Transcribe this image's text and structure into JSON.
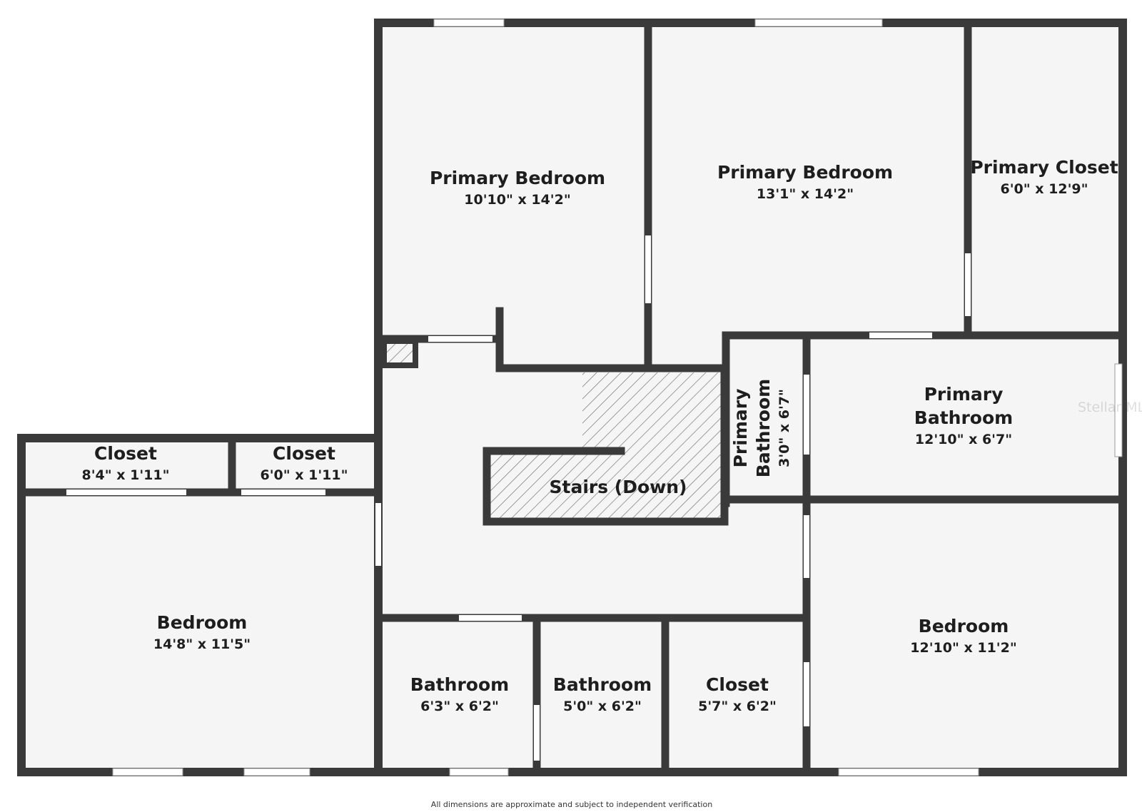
{
  "colors": {
    "wall": "#3a3a3a",
    "floor": "#f5f5f5",
    "opening": "#ffffff",
    "hatch": "#6e6e6e",
    "text": "#1e1e1e"
  },
  "rooms": {
    "primary_bedroom_1": {
      "name": "Primary Bedroom",
      "dims": "10'10\" x 14'2\""
    },
    "primary_bedroom_2": {
      "name": "Primary Bedroom",
      "dims": "13'1\" x 14'2\""
    },
    "primary_closet": {
      "name": "Primary Closet",
      "dims": "6'0\" x 12'9\""
    },
    "primary_bathroom_small": {
      "name_line1": "Primary",
      "name_line2": "Bathroom",
      "dims": "3'0\" x 6'7\""
    },
    "primary_bathroom": {
      "name_line1": "Primary",
      "name_line2": "Bathroom",
      "dims": "12'10\" x 6'7\""
    },
    "closet_left": {
      "name": "Closet",
      "dims": "8'4\" x 1'11\""
    },
    "closet_mid": {
      "name": "Closet",
      "dims": "6'0\" x 1'11\""
    },
    "stairs": {
      "name": "Stairs (Down)"
    },
    "bedroom_left": {
      "name": "Bedroom",
      "dims": "14'8\" x 11'5\""
    },
    "bedroom_right": {
      "name": "Bedroom",
      "dims": "12'10\" x 11'2\""
    },
    "bathroom_1": {
      "name": "Bathroom",
      "dims": "6'3\" x 6'2\""
    },
    "bathroom_2": {
      "name": "Bathroom",
      "dims": "5'0\" x 6'2\""
    },
    "closet_bottom": {
      "name": "Closet",
      "dims": "5'7\" x 6'2\""
    }
  },
  "watermark": "Stellar MLS",
  "disclaimer": "All dimensions are approximate and subject to independent verification"
}
